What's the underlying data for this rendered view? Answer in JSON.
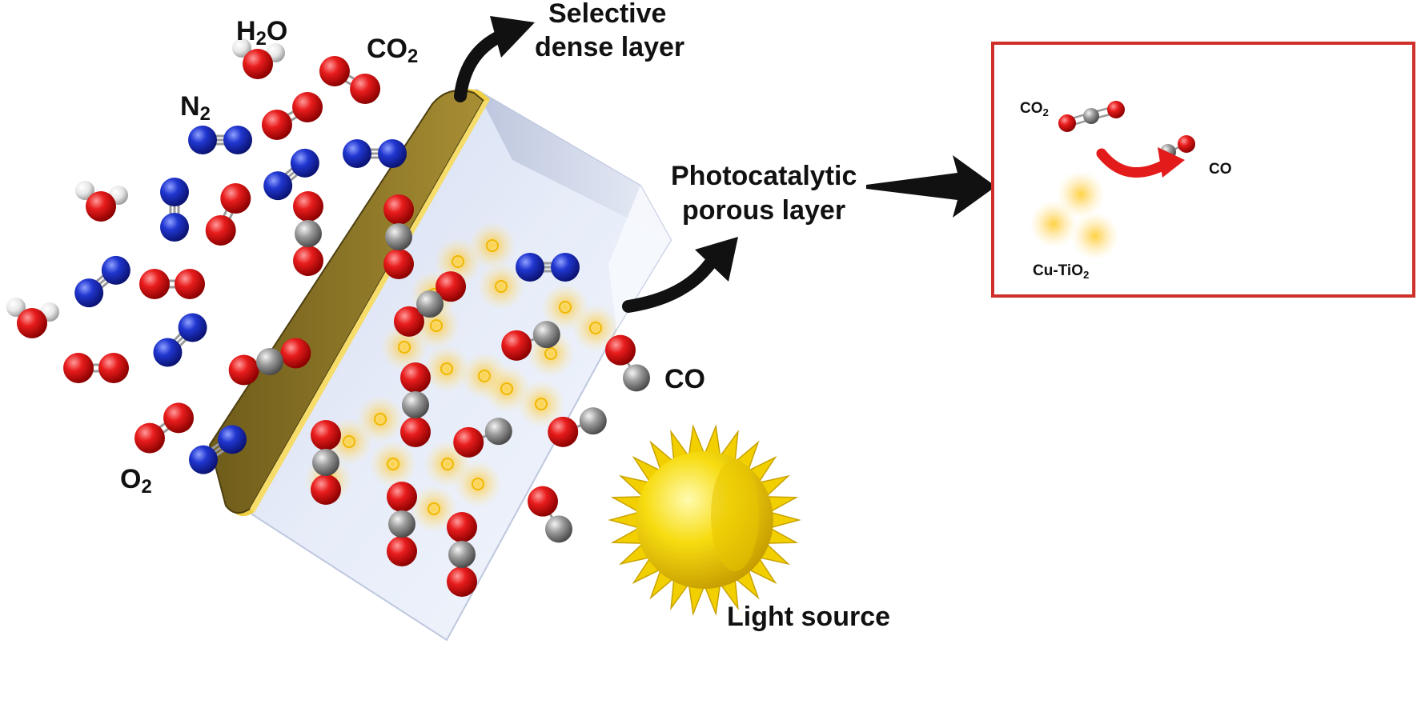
{
  "labels": {
    "h2o": "H2O",
    "co2": "CO2",
    "n2": "N2",
    "o2": "O2",
    "co": "CO",
    "selective_line1": "Selective",
    "selective_line2": "dense layer",
    "photo_line1": "Photocatalytic",
    "photo_line2": "porous layer",
    "light_source": "Light source"
  },
  "inset": {
    "co2": "CO2",
    "co": "CO",
    "catalyst": "Cu-TiO2"
  },
  "colors": {
    "oxygen": "#e01818",
    "nitrogen": "#1a2ec0",
    "carbon": "#8c8c8c",
    "hydrogen": "#e8e8e8",
    "selective_layer": "#8a7424",
    "gold_edge": "#f2d24a",
    "porous_layer": "#dfe6f7",
    "inset_border": "#d0302a",
    "reaction_arrow": "#e31b1b",
    "sun": "#f5d800"
  }
}
